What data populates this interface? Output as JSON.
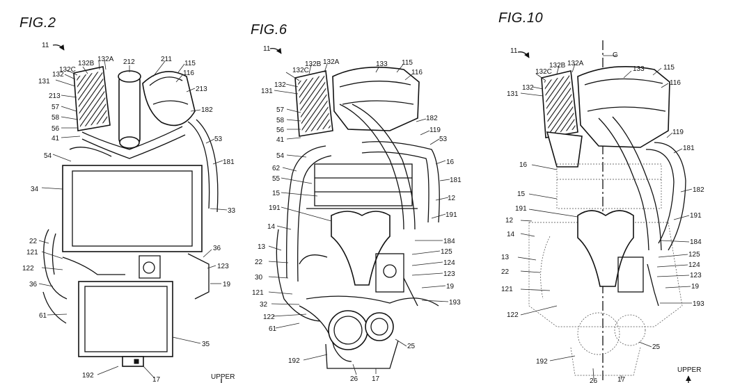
{
  "figures": [
    {
      "id": "fig2",
      "title": "FIG.2",
      "labels": [
        "11",
        "132",
        "132C",
        "132B",
        "132A",
        "131",
        "213",
        "57",
        "58",
        "56",
        "41",
        "54",
        "212",
        "211",
        "115",
        "116",
        "213",
        "182",
        "53",
        "181",
        "34",
        "33",
        "22",
        "121",
        "122",
        "36",
        "61",
        "36",
        "123",
        "19",
        "35",
        "192",
        "17",
        "UPPER"
      ]
    },
    {
      "id": "fig6",
      "title": "FIG.6",
      "labels": [
        "11",
        "132",
        "132C",
        "132B",
        "132A",
        "131",
        "57",
        "58",
        "56",
        "41",
        "54",
        "62",
        "55",
        "15",
        "191",
        "14",
        "13",
        "22",
        "30",
        "121",
        "32",
        "122",
        "61",
        "192",
        "26",
        "17",
        "133",
        "115",
        "116",
        "182",
        "119",
        "53",
        "16",
        "181",
        "12",
        "191",
        "184",
        "125",
        "124",
        "123",
        "19",
        "193",
        "25"
      ]
    },
    {
      "id": "fig10",
      "title": "FIG.10",
      "labels": [
        "11",
        "132",
        "132C",
        "132B",
        "132A",
        "131",
        "G",
        "133",
        "115",
        "116",
        "119",
        "181",
        "16",
        "15",
        "191",
        "12",
        "14",
        "13",
        "22",
        "121",
        "122",
        "182",
        "191",
        "184",
        "125",
        "124",
        "123",
        "19",
        "193",
        "25",
        "192",
        "26",
        "17",
        "UPPER"
      ]
    }
  ]
}
